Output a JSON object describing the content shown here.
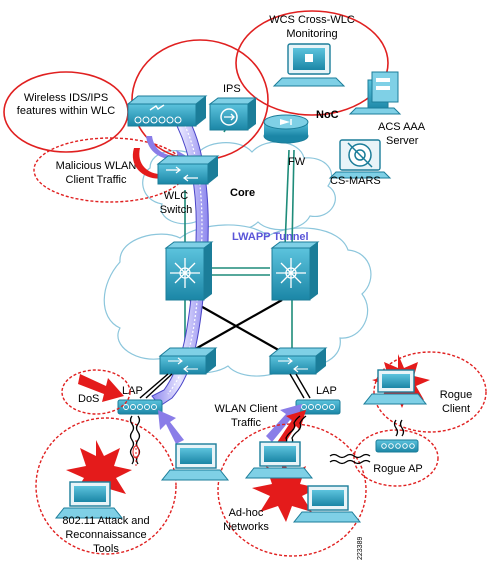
{
  "labels": {
    "wcs": [
      "WCS Cross-WLC",
      "Monitoring"
    ],
    "wireless_ids": [
      "Wireless IDS/IPS",
      "features within WLC"
    ],
    "ips": "IPS",
    "noc": "NoC",
    "acs": [
      "ACS AAA",
      "Server"
    ],
    "fw": "FW",
    "cs_mars": "CS-MARS",
    "malicious": [
      "Malicious WLAN",
      "Client Traffic"
    ],
    "wlc_switch": [
      "WLC",
      "Switch"
    ],
    "core": "Core",
    "lwapp": "LWAPP Tunnel",
    "dos": "DoS",
    "lap_left": "LAP",
    "lap_right": "LAP",
    "wlan_client": [
      "WLAN Client",
      "Traffic"
    ],
    "rogue_client": [
      "Rogue",
      "Client"
    ],
    "rogue_ap": "Rogue AP",
    "attack": [
      "802.11 Attack and",
      "Reconnaissance",
      "Tools"
    ],
    "adhoc": [
      "Ad-hoc",
      "Networks"
    ],
    "figure_id": "223389"
  },
  "colors": {
    "device": "#2aa4c4",
    "device_dark": "#1b7d99",
    "cloud_stroke": "#7fbcd6",
    "link": "#1e8c7a",
    "oval_red": "#e02020",
    "arrow_red": "#e41b1b",
    "arrow_purple": "#8a7de8",
    "tunnel": "#5a55d8"
  }
}
